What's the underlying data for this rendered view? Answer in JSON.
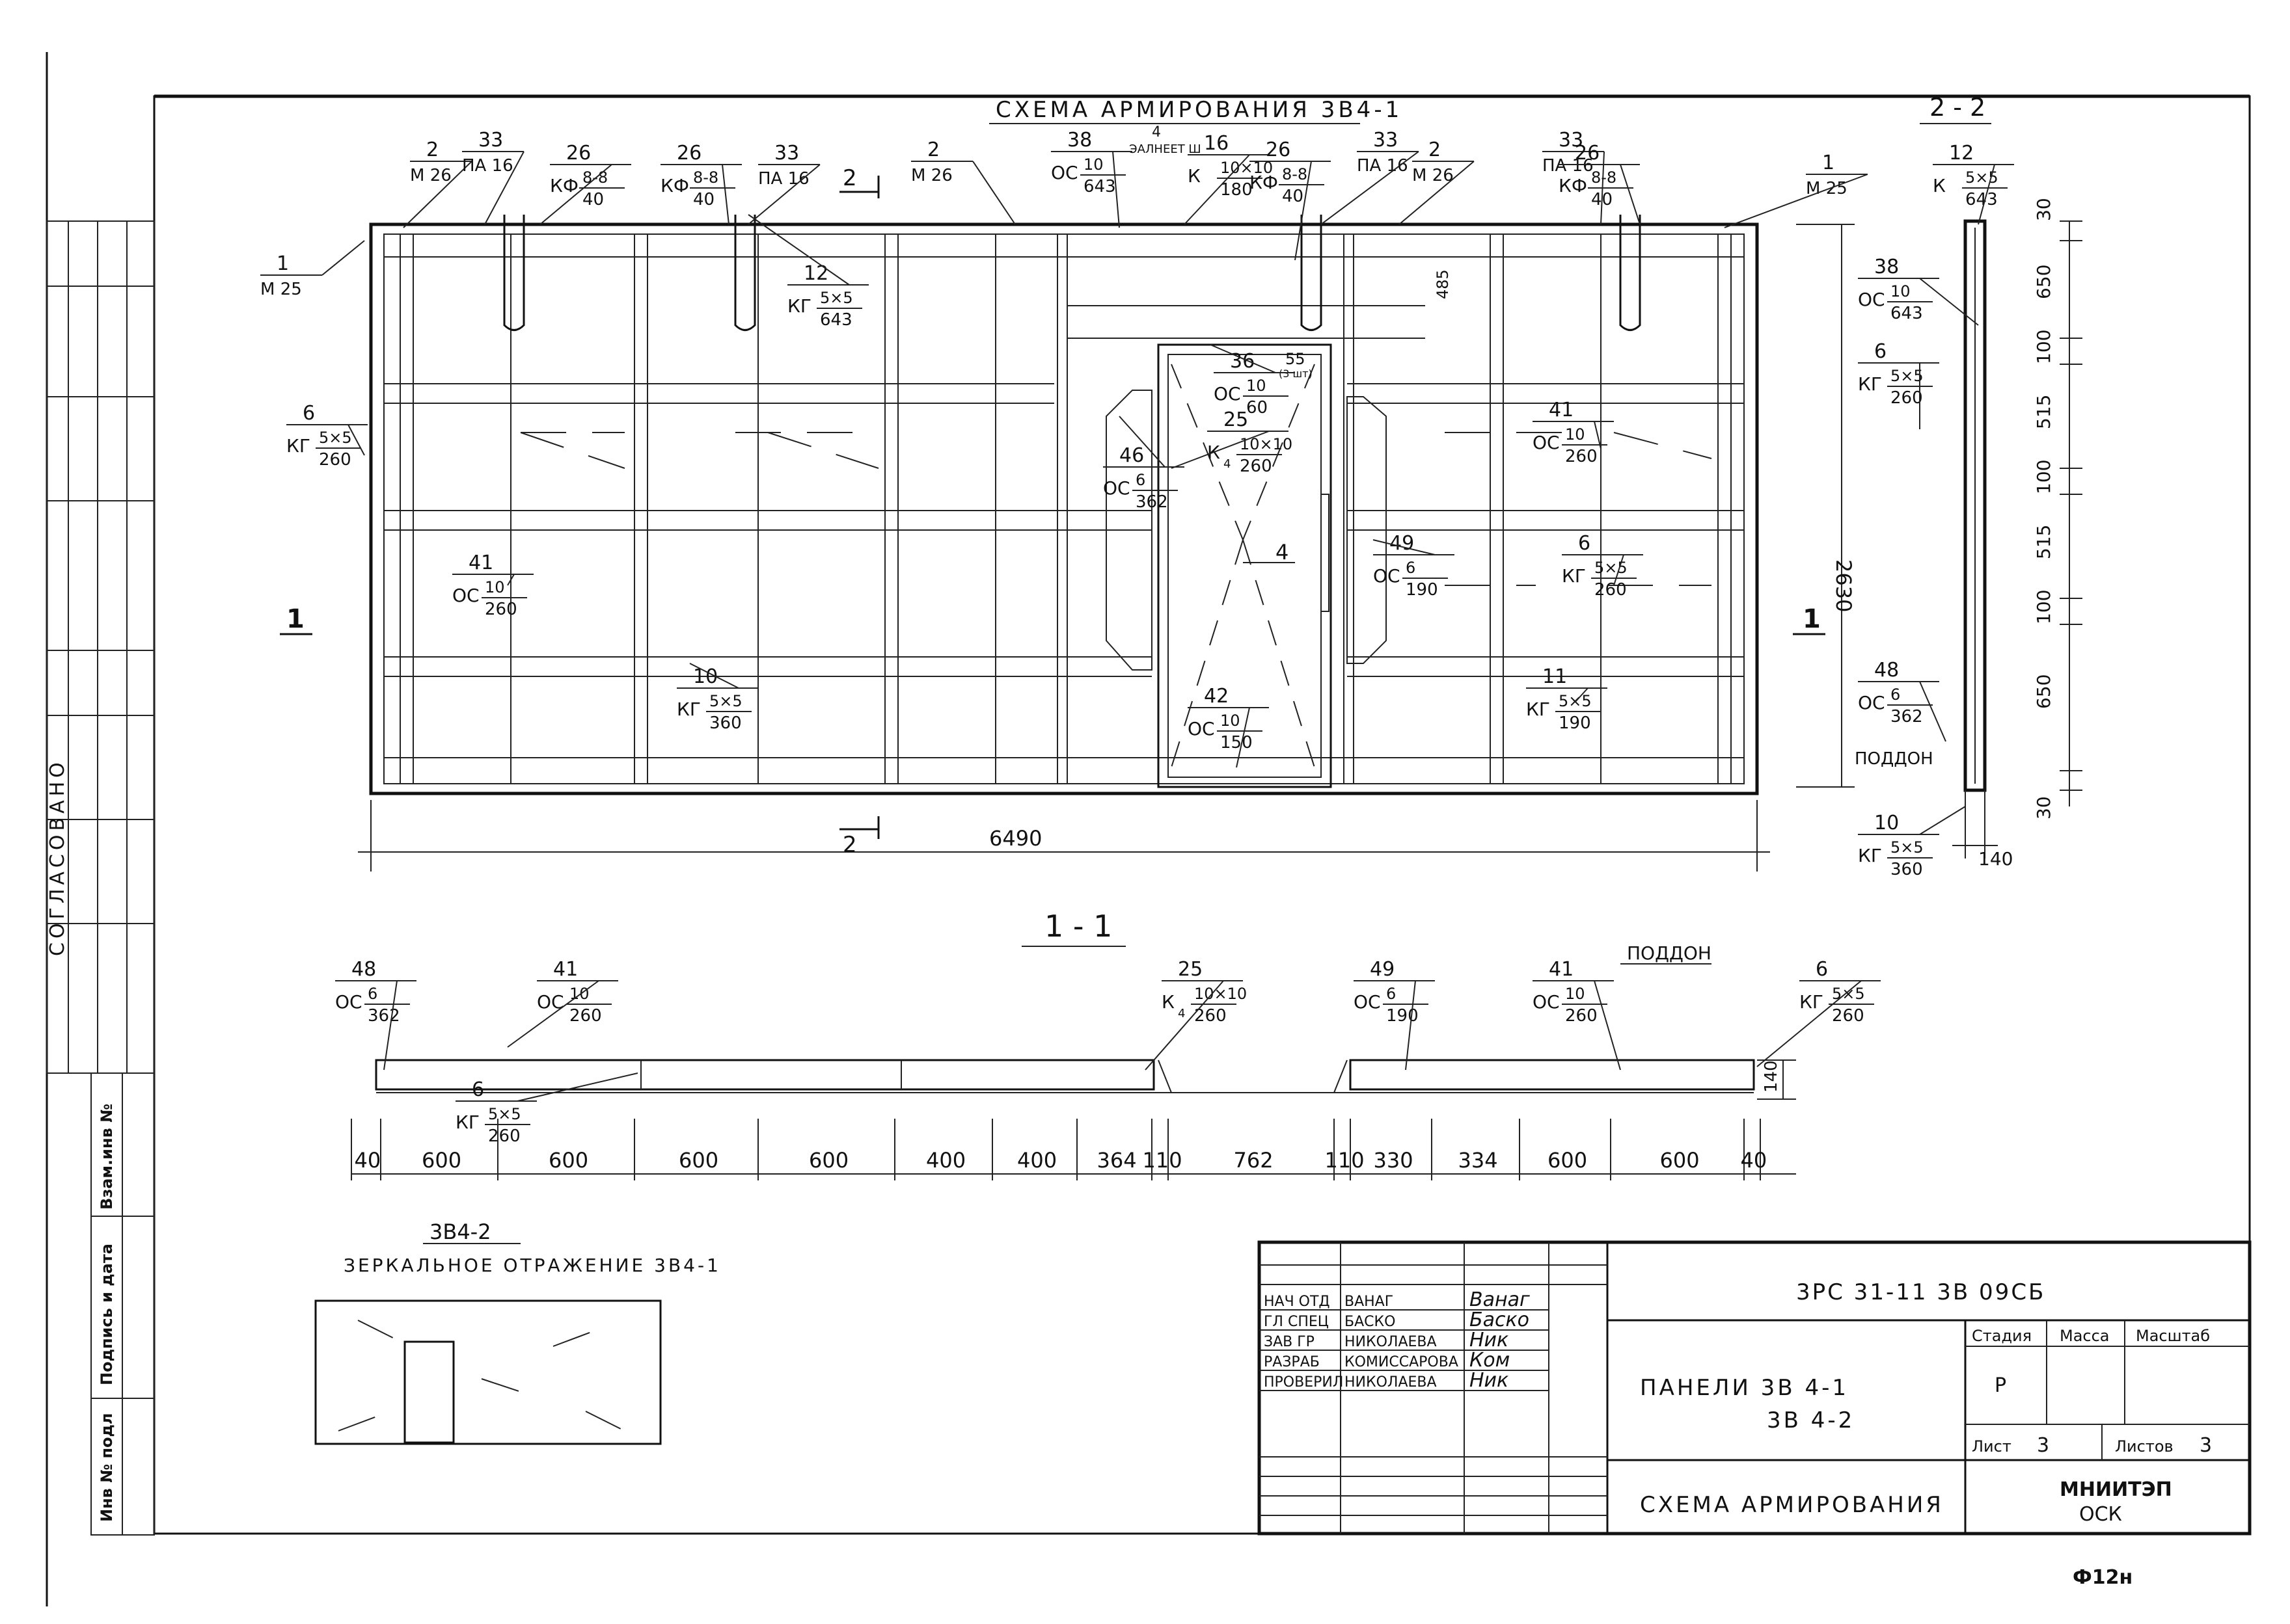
{
  "side_stamp": {
    "agreed": "СОГЛАСОВАНО",
    "vzam_inv": "Взам.инв №",
    "podpis_data": "Подпись и дата",
    "inv_podl": "Инв № подл"
  },
  "main_view": {
    "title": "СХЕМА АРМИРОВАНИЯ 3В4-1",
    "section_2_2_title": "2 - 2",
    "width_dim": "6490",
    "height_dim": "2630",
    "door_label": "4",
    "section_mark_1": "1",
    "section_mark_2": "2"
  },
  "rebar_callouts": [
    {
      "pos": "2",
      "type": "М 26",
      "qty": ""
    },
    {
      "pos": "33",
      "type": "ПА 16",
      "qty": ""
    },
    {
      "pos": "26",
      "type": "КФ",
      "frac": "8-8",
      "den": "40"
    },
    {
      "pos": "26",
      "type": "КФ",
      "frac": "8-8",
      "den": "40"
    },
    {
      "pos": "33",
      "type": "ПА 16",
      "qty": ""
    },
    {
      "pos": "2",
      "type": "М 26",
      "qty": ""
    },
    {
      "pos": "38",
      "type": "ОС",
      "frac": "10",
      "den": "643"
    },
    {
      "pos": "16",
      "type": "К",
      "frac": "10×10",
      "den": "180"
    },
    {
      "pos": "26",
      "type": "КФ",
      "frac": "8-8",
      "den": "40"
    },
    {
      "pos": "33",
      "type": "ПА 16",
      "qty": ""
    },
    {
      "pos": "2",
      "type": "М 26",
      "qty": ""
    },
    {
      "pos": "33",
      "type": "ПА 16",
      "qty": ""
    },
    {
      "pos": "26",
      "type": "КФ",
      "frac": "8-8",
      "den": "40"
    },
    {
      "pos": "1",
      "type": "М 25",
      "qty": ""
    },
    {
      "pos": "1",
      "type": "М 25",
      "qty": ""
    },
    {
      "pos": "12",
      "type": "КГ",
      "frac": "5×5",
      "den": "643"
    },
    {
      "pos": "6",
      "type": "КГ",
      "frac": "5×5",
      "den": "260"
    },
    {
      "pos": "36",
      "type": "ОС",
      "frac": "10",
      "den": "60"
    },
    {
      "pos": "25",
      "type": "К",
      "frac": "10×10",
      "den": "260",
      "mult": "4"
    },
    {
      "pos": "46",
      "type": "ОС",
      "frac": "6",
      "den": "362"
    },
    {
      "pos": "41",
      "type": "ОС",
      "frac": "10",
      "den": "260"
    },
    {
      "pos": "41",
      "type": "ОС",
      "frac": "10",
      "den": "260"
    },
    {
      "pos": "6",
      "type": "КГ",
      "frac": "5×5",
      "den": "260"
    },
    {
      "pos": "49",
      "type": "ОС",
      "frac": "6",
      "den": "190"
    },
    {
      "pos": "10",
      "type": "КГ",
      "frac": "5×5",
      "den": "360"
    },
    {
      "pos": "42",
      "type": "ОС",
      "frac": "10",
      "den": "150"
    },
    {
      "pos": "11",
      "type": "КГ",
      "frac": "5×5",
      "den": "190"
    }
  ],
  "misc_labels": {
    "above_door": "4",
    "above_door_note": "ЭАЛНЕЕТ Ш",
    "dim_55": "55",
    "dim_55_sub": "(3 шт)",
    "dim_485": "485"
  },
  "section_2_2": {
    "callouts": [
      {
        "pos": "12",
        "type": "К",
        "frac": "5×5",
        "den": "643"
      },
      {
        "pos": "38",
        "type": "ОС",
        "frac": "10",
        "den": "643"
      },
      {
        "pos": "6",
        "type": "КГ",
        "frac": "5×5",
        "den": "260"
      },
      {
        "pos": "48",
        "type": "ОС",
        "frac": "6",
        "den": "362"
      },
      {
        "pos": "10",
        "type": "КГ",
        "frac": "5×5",
        "den": "360"
      }
    ],
    "poddon": "ПОДДОН",
    "dims_vertical": [
      "30",
      "650",
      "100",
      "515",
      "100",
      "515",
      "100",
      "650",
      "30"
    ],
    "thickness": "140"
  },
  "section_1_1": {
    "title": "1 - 1",
    "poddon": "ПОДДОН",
    "callouts": [
      {
        "pos": "48",
        "type": "ОС",
        "frac": "6",
        "den": "362"
      },
      {
        "pos": "41",
        "type": "ОС",
        "frac": "10",
        "den": "260"
      },
      {
        "pos": "25",
        "type": "К",
        "frac": "10×10",
        "den": "260",
        "mult": "4"
      },
      {
        "pos": "49",
        "type": "ОС",
        "frac": "6",
        "den": "190"
      },
      {
        "pos": "41",
        "type": "ОС",
        "frac": "10",
        "den": "260"
      },
      {
        "pos": "6",
        "type": "КГ",
        "frac": "5×5",
        "den": "260"
      },
      {
        "pos": "6",
        "type": "КГ",
        "frac": "5×5",
        "den": "260"
      }
    ],
    "thickness": "140",
    "dims": [
      "40",
      "600",
      "600",
      "600",
      "600",
      "400",
      "400",
      "364",
      "110",
      "762",
      "110",
      "330",
      "334",
      "600",
      "600",
      "40"
    ]
  },
  "mirror": {
    "title": "3В4-2",
    "caption": "ЗЕРКАЛЬНОЕ ОТРАЖЕНИЕ 3В4-1"
  },
  "title_block": {
    "code": "3РС 31-11 3В 09СБ",
    "roles": [
      {
        "role": "НАЧ ОТД",
        "name": "ВАНАГ",
        "sign": "Ванаг"
      },
      {
        "role": "ГЛ СПЕЦ",
        "name": "БАСКО",
        "sign": "Баско"
      },
      {
        "role": "ЗАВ ГР",
        "name": "НИКОЛАЕВА",
        "sign": "Ник"
      },
      {
        "role": "РАЗРАБ",
        "name": "КОМИССАРОВА",
        "sign": "Ком"
      },
      {
        "role": "ПРОВЕРИЛ",
        "name": "НИКОЛАЕВА",
        "sign": "Ник"
      }
    ],
    "name_line1": "ПАНЕЛИ  3В 4-1",
    "name_line2": "3В 4-2",
    "sheet_title": "СХЕМА АРМИРОВАНИЯ",
    "stadia_label": "Стадия",
    "massa_label": "Масса",
    "masshtab_label": "Масштаб",
    "stadia": "Р",
    "list_label": "Лист",
    "list_val": "3",
    "listov_label": "Листов",
    "listov_val": "3",
    "org_line1": "МНИИТЭП",
    "org_line2": "ОСК"
  },
  "format": "Ф12н"
}
